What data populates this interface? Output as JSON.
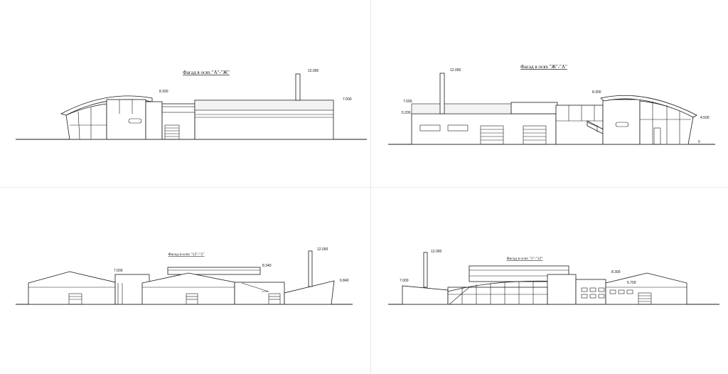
{
  "sheet": {
    "title_a_zh": "Фасад в осях \"А\"-\"Ж\"",
    "title_zh_a": "Фасад в осях \"Ж\"-\"А\"",
    "title_12_1": "Фасад в осях \"12\"-\"1\"",
    "title_1_12": "Фасад в осях \"1\"-\"12\""
  },
  "levels_a_zh": [
    "12.000",
    "8.300",
    "7.000"
  ],
  "levels_zh_a": [
    "12.000",
    "8.300",
    "7.000",
    "5.200",
    "4.500",
    "0"
  ],
  "levels_12_1": [
    "12.000",
    "7.000",
    "8.340",
    "6.840"
  ],
  "levels_1_12": [
    "12.000",
    "8.300",
    "7.000",
    "6.700"
  ],
  "colors": {
    "line": "#1a1a1a",
    "background": "#ffffff",
    "divider": "#e6e6e6"
  }
}
